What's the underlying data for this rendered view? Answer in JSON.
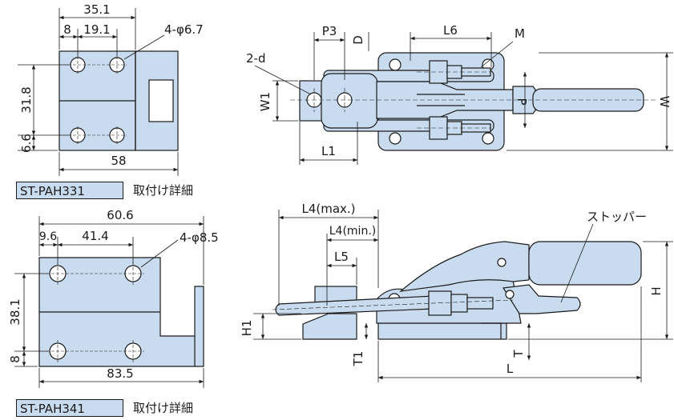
{
  "pah331": {
    "caption_box": "ST-PAH331",
    "caption_text": "取付け詳細",
    "dim_width_top": "35.1",
    "dim_left_margin": "8",
    "dim_hole_pitch_x": "19.1",
    "hole_spec": "4-φ6.7",
    "dim_hole_pitch_y": "31.8",
    "dim_bottom_margin": "6.6",
    "dim_width_total": "58"
  },
  "pah341": {
    "caption_box": "ST-PAH341",
    "caption_text": "取付け詳細",
    "dim_width_top": "60.6",
    "dim_left_margin": "9.6",
    "dim_hole_pitch_x": "41.4",
    "hole_spec": "4-φ8.5",
    "dim_hole_pitch_y": "38.1",
    "dim_bottom_margin": "8",
    "dim_width_total": "83.5"
  },
  "top_view": {
    "p3": "P3",
    "d": "D",
    "l6": "L6",
    "m": "M",
    "two_d": "2-d",
    "w1": "W1",
    "w": "W",
    "p": "P",
    "l1": "L1"
  },
  "side_view": {
    "l4_max": "L4(max.)",
    "l4_min": "L4(min.)",
    "l5": "L5",
    "stopper": "ストッパー",
    "h": "H",
    "h1": "H1",
    "t1": "T1",
    "t": "T",
    "l": "L"
  },
  "colors": {
    "part_fill": "#c9dcef",
    "outline": "#1a1a1a"
  }
}
